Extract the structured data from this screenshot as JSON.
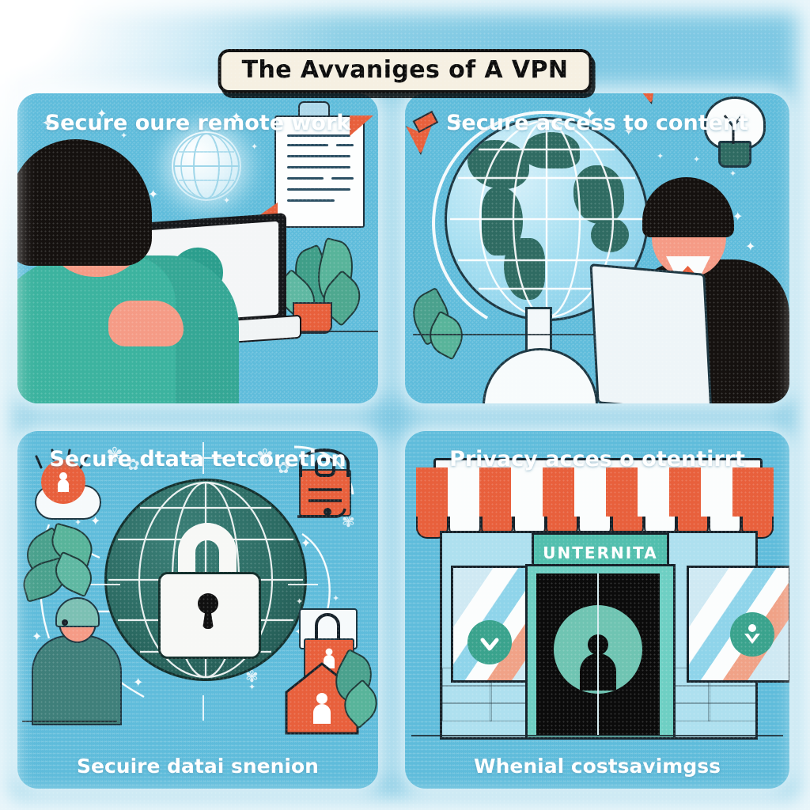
{
  "poster": {
    "title": "The Avvaniges of A VPN",
    "background_color": "#7ec8e3",
    "panel_color": "#5fbcdb",
    "accent_orange": "#e8603c",
    "accent_teal": "#2b9e8d",
    "title_badge_color": "#f6f0e2",
    "title_text_color": "#0d0d0d"
  },
  "panels": [
    {
      "id": "secure-remote-work",
      "heading": "Secure oure remote work",
      "caption": "",
      "icons": [
        "globe-icon",
        "clipboard-document-icon",
        "potted-plant-icon",
        "laptop-icon",
        "shield-person-icon"
      ]
    },
    {
      "id": "secure-access-to-content",
      "heading": "Secure access to content",
      "caption": "",
      "icons": [
        "desk-globe-icon",
        "cursor-pointer-icon",
        "lightbulb-icon",
        "laptop-icon",
        "leaf-icon"
      ]
    },
    {
      "id": "secure-data-protection",
      "heading": "Secure dtata tetcoretion",
      "caption": "Secuire datai snenion",
      "icons": [
        "wireframe-globe-icon",
        "padlock-icon",
        "cloud-icon",
        "bag-lock-icon",
        "house-icon",
        "gear-icon",
        "leaf-icon",
        "person-icon"
      ]
    },
    {
      "id": "privacy-access",
      "heading": "Privacy  acces o otentirrt",
      "caption": "Whenial costsavimgss",
      "shop_sign": "UNTERNITA",
      "icons": [
        "storefront-icon",
        "awning-icon",
        "checkmark-badge-icon",
        "person-badge-icon"
      ]
    }
  ]
}
